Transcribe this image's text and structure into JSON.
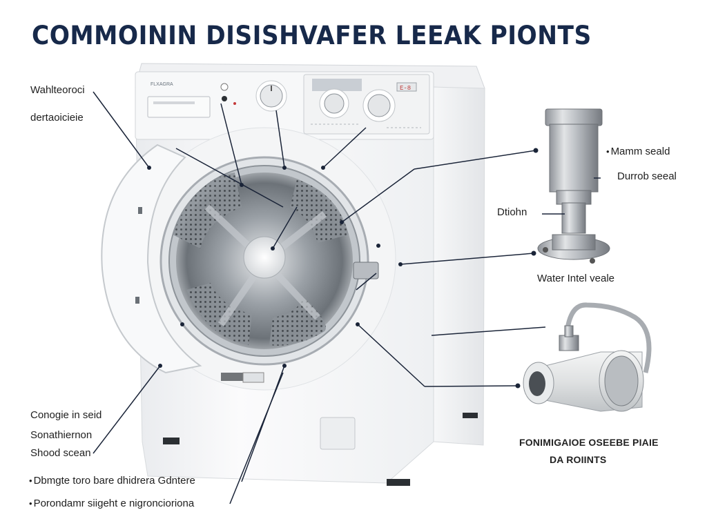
{
  "title": "COMMOININ DISISHVAFER LEEAK PIONTS",
  "labels": {
    "left_top_1": "Wahlteoroci",
    "left_top_2": "dertaoicieie",
    "left_bottom_1": "Conogie in seid",
    "left_bottom_2": "Sonathiernon",
    "left_bottom_3": "Shood scean",
    "bottom_1": "Dbmgte toro bare dhidrera Gdntere",
    "bottom_2": "Porondamr siigeht e nigroncioriona",
    "right_1": "Mamm seald",
    "right_2": "Durrob seeal",
    "right_3": "Dtiohn",
    "right_4": "Water  Intel veale",
    "right_5a": "FONIMIGAIOE OSEEBE PIAIE",
    "right_5b": "DA ROIINTS"
  },
  "panel": {
    "model_text": "FLXAGRA",
    "display_text": "E-8"
  },
  "colors": {
    "title": "#17294a",
    "line": "#1a2438",
    "body": "#f4f5f6",
    "steel": "#a9adb2"
  }
}
